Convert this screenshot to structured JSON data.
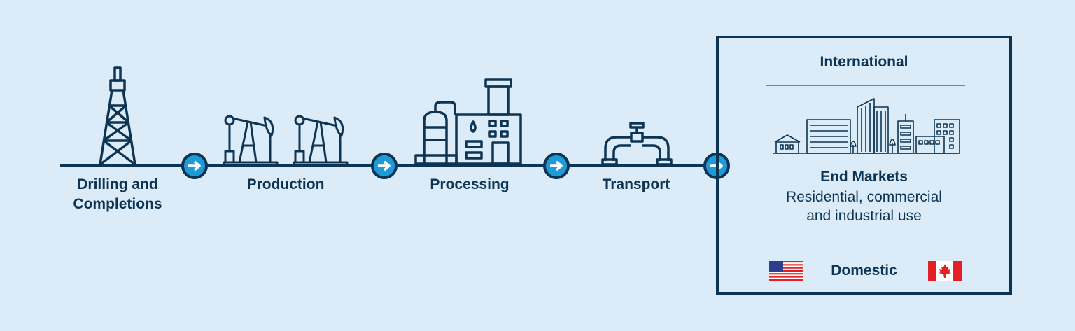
{
  "stages": [
    {
      "label": "Drilling and\nCompletions",
      "icon": "drilling-rig-icon"
    },
    {
      "label": "Production",
      "icon": "pumpjack-icon"
    },
    {
      "label": "Processing",
      "icon": "processing-plant-icon"
    },
    {
      "label": "Transport",
      "icon": "pipeline-valve-icon"
    }
  ],
  "end_panel": {
    "top_label": "International",
    "title": "End Markets",
    "subtitle": "Residential, commercial\nand industrial use",
    "bottom_label": "Domestic",
    "icons": [
      "city-buildings-icon",
      "us-flag-icon",
      "canada-flag-icon"
    ]
  },
  "colors": {
    "background": "#dcebf8",
    "navy": "#0d3553",
    "arrow_blue": "#1c9bd8",
    "flag_red": "#e32026"
  }
}
